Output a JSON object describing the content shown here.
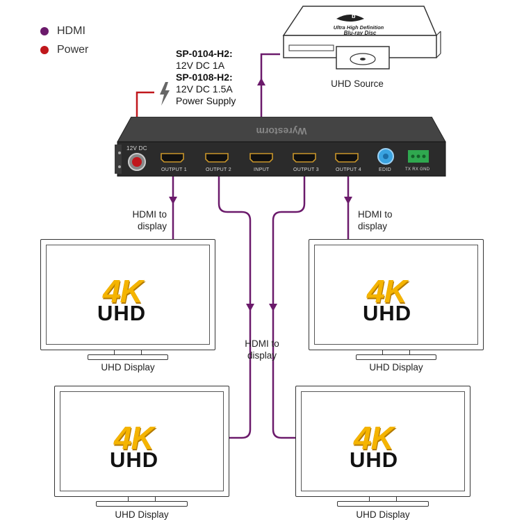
{
  "legend": {
    "items": [
      {
        "label": "HDMI",
        "color": "#6b1a6b"
      },
      {
        "label": "Power",
        "color": "#c0171c"
      }
    ]
  },
  "power_note": {
    "model_a": "SP-0104-H2:",
    "spec_a": "12V DC 1A",
    "model_b": "SP-0108-H2:",
    "spec_b": "12V DC 1.5A",
    "supply": "Power Supply"
  },
  "source": {
    "label": "UHD Source",
    "disc_line1": "Ultra High Definition",
    "disc_line2": "Blu-ray Disc"
  },
  "device": {
    "brand": "Wyrestorm",
    "power_label": "12V DC",
    "ports": [
      "OUTPUT 1",
      "OUTPUT 2",
      "INPUT",
      "OUTPUT 3",
      "OUTPUT 4",
      "EDID"
    ],
    "terminal_label": "TX  RX  GND"
  },
  "connections": {
    "left": "HDMI to display",
    "right": "HDMI to display",
    "center": "HDMI to display"
  },
  "displays": [
    {
      "label": "UHD Display",
      "logo_top": "4K",
      "logo_bottom": "UHD"
    },
    {
      "label": "UHD Display",
      "logo_top": "4K",
      "logo_bottom": "UHD"
    },
    {
      "label": "UHD Display",
      "logo_top": "4K",
      "logo_bottom": "UHD"
    },
    {
      "label": "UHD Display",
      "logo_top": "4K",
      "logo_bottom": "UHD"
    }
  ],
  "colors": {
    "hdmi": "#6b1a6b",
    "power": "#c0171c",
    "device": "#2b2b2b",
    "logo_gold": "#f5b400"
  }
}
